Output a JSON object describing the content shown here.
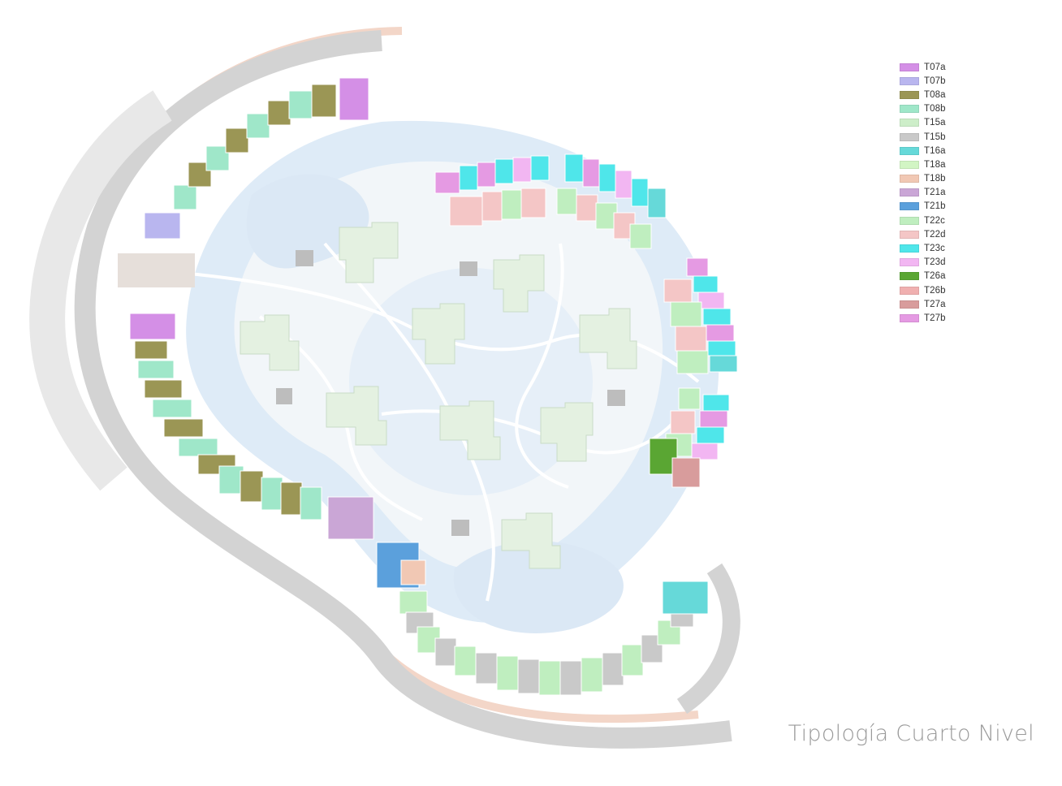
{
  "title": "Tipología Cuarto Nivel",
  "legend": [
    {
      "code": "T07a",
      "color": "#d48fe6"
    },
    {
      "code": "T07b",
      "color": "#b9b6ef"
    },
    {
      "code": "T08a",
      "color": "#9b9655"
    },
    {
      "code": "T08b",
      "color": "#9fe7c9"
    },
    {
      "code": "T15a",
      "color": "#cdeec9"
    },
    {
      "code": "T15b",
      "color": "#c9c9c9"
    },
    {
      "code": "T16a",
      "color": "#66d9d9"
    },
    {
      "code": "T18a",
      "color": "#d2f5c4"
    },
    {
      "code": "T18b",
      "color": "#f1c8b4"
    },
    {
      "code": "T21a",
      "color": "#caa6d6"
    },
    {
      "code": "T21b",
      "color": "#5ba0dc"
    },
    {
      "code": "T22c",
      "color": "#bfeebf"
    },
    {
      "code": "T22d",
      "color": "#f4c6c6"
    },
    {
      "code": "T23c",
      "color": "#4fe6ea"
    },
    {
      "code": "T23d",
      "color": "#f2b6f2"
    },
    {
      "code": "T26a",
      "color": "#5aa633"
    },
    {
      "code": "T26b",
      "color": "#f0b0b0"
    },
    {
      "code": "T27a",
      "color": "#d89c9c"
    },
    {
      "code": "T27b",
      "color": "#e59ae3"
    }
  ],
  "colors": {
    "water": "#deebf7",
    "building": "#e4f1e1",
    "road_gray": "#cfcfcf",
    "road_pink": "#f3d6c8",
    "title_gray": "#9a9a9a"
  }
}
